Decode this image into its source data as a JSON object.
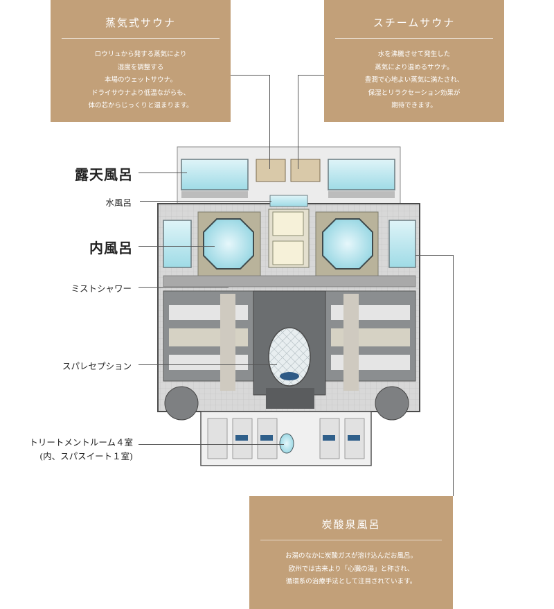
{
  "cards": {
    "steam_sauna_wet": {
      "title": "蒸気式サウナ",
      "lines": [
        "ロウリュから発する蒸気により",
        "湿度を調整する",
        "本場のウェットサウナ。",
        "ドライサウナより低温ながらも、",
        "体の芯からじっくりと温まります。"
      ]
    },
    "steam_sauna": {
      "title": "スチームサウナ",
      "lines": [
        "水を沸騰させて発生した",
        "蒸気により温めるサウナ。",
        "豊潤で心地よい蒸気に満たされ、",
        "保湿とリラクセーション効果が",
        "期待できます。"
      ]
    },
    "carbonated_bath": {
      "title": "炭酸泉風呂",
      "lines": [
        "お湯のなかに炭酸ガスが溶け込んだお風呂。",
        "欧州では古来より「心臓の湯」と称され、",
        "循環系の治療手法として注目されています。"
      ]
    }
  },
  "labels": {
    "outdoor_bath": "露天風呂",
    "cold_bath": "水風呂",
    "indoor_bath": "内風呂",
    "mist_shower": "ミストシャワー",
    "spa_reception": "スパレセプション",
    "treatment_line1": "トリートメントルーム４室",
    "treatment_line2": "(内、スパスイート１室)"
  },
  "colors": {
    "card": "#c2a079",
    "water": "#aee3ec",
    "floor_dark": "#6b6e70",
    "floor_light": "#c9c9c9",
    "stone": "#9b9b9b"
  }
}
